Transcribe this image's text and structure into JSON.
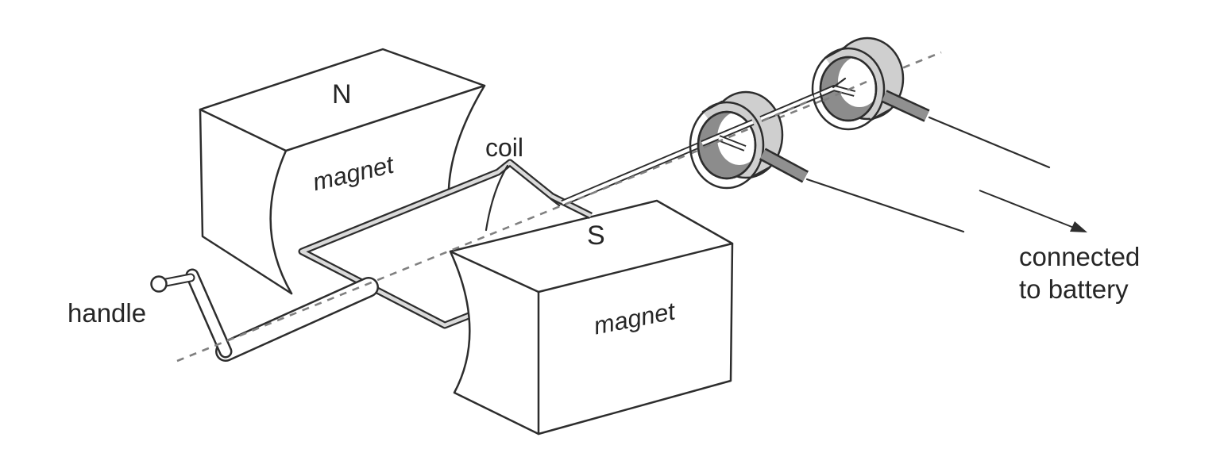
{
  "diagram_title": "hand-cranked coil between magnets connected to battery",
  "labels": {
    "n_pole": "N",
    "n_magnet": "magnet",
    "coil": "coil",
    "s_pole": "S",
    "s_magnet": "magnet",
    "handle": "handle",
    "battery_note_line1": "connected",
    "battery_note_line2": "to battery"
  },
  "icons": {
    "battery_arrow": "arrow-down-right",
    "axis_line": "dashed-axis-line",
    "coil_leader": "curved-leader-line"
  },
  "colors": {
    "outline": "#2d2d2d",
    "coil_band": "#dadada",
    "ring_band": "#cfcfcf",
    "ring_bore": "#8c8c8c",
    "brush": "#909090",
    "axis_dash": "#808080",
    "background": "#ffffff",
    "text": "#262626"
  }
}
